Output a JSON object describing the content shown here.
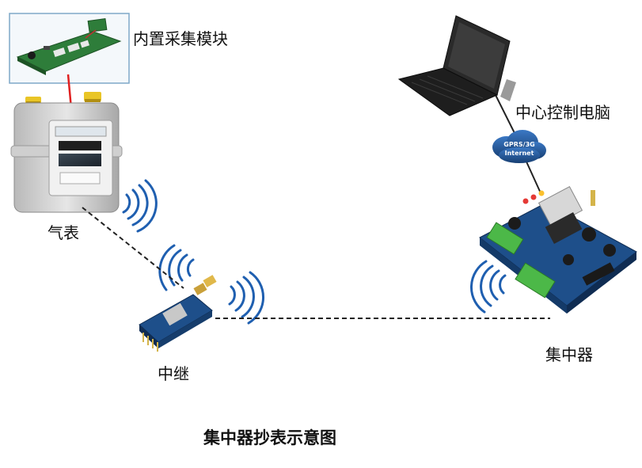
{
  "labels": {
    "module": "内置采集模块",
    "pc": "中心控制电脑",
    "meter": "气表",
    "relay": "中继",
    "concentrator": "集中器"
  },
  "cloud": {
    "line1": "GPRS/3G",
    "line2": "Internet"
  },
  "caption": "集中器抄表示意图",
  "colors": {
    "arrow": "#e02020",
    "link": "#222222",
    "signal": "#1f5fb0",
    "pcb_green": "#2e7d3a",
    "pcb_blue": "#1e4f8a",
    "cloud": "#1e4f8a",
    "terminal_green": "#4cb848"
  }
}
